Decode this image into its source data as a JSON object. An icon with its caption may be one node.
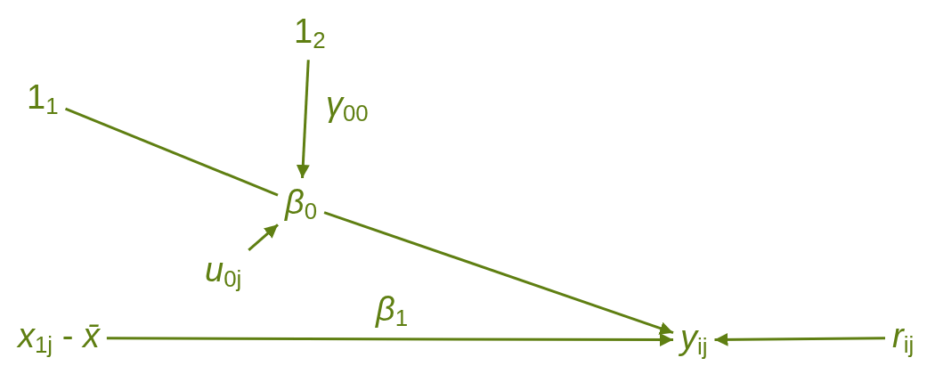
{
  "diagram": {
    "nodes": [
      {
        "text": [
          "1$_{1}$"
        ]
      },
      {
        "text": [
          "1$_{2}$"
        ]
      },
      {
        "text": [
          "*β*$_{0}$"
        ]
      },
      {
        "text": [
          "*u*$_{0j}$"
        ]
      },
      {
        "text": [
          "*x*$_{1j}$ - *x̄*"
        ]
      },
      {
        "text": [
          "*y*$_{ij}$"
        ]
      },
      {
        "text": [
          "*r*$_{ij}$"
        ]
      }
    ],
    "edges": [
      {
        "from": 0,
        "to": 2,
        "arrow": "none"
      },
      {
        "from": 1,
        "to": 2,
        "arrow": "to",
        "label": "*γ*$_{00}$"
      },
      {
        "from": 3,
        "to": 2,
        "arrow": "to"
      },
      {
        "from": 2,
        "to": 5,
        "arrow": "to"
      },
      {
        "from": 4,
        "to": 5,
        "arrow": "to",
        "label": "*β*$_{1}$"
      },
      {
        "from": 6,
        "to": 5,
        "arrow": "to"
      }
    ]
  }
}
